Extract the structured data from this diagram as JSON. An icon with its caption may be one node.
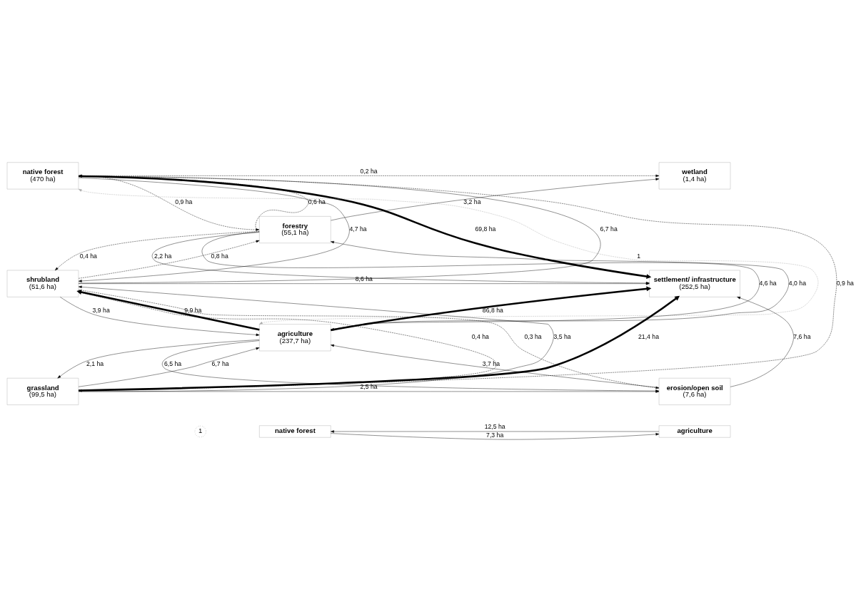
{
  "diagram": {
    "nodes": [
      {
        "text": [
          "native forest",
          "(470 ha)"
        ]
      },
      {
        "text": [
          "wetland",
          "(1,4 ha)"
        ]
      },
      {
        "text": [
          "forestry",
          "(55,1 ha)"
        ]
      },
      {
        "text": [
          "shrubland",
          "(51,6 ha)"
        ]
      },
      {
        "text": [
          "settlement/ infrastructure",
          "(252,5 ha)"
        ]
      },
      {
        "text": [
          "agriculture",
          "(237,7 ha)"
        ]
      },
      {
        "text": [
          "grassland",
          "(99,5 ha)"
        ]
      },
      {
        "text": [
          "erosion/open soil",
          "(7,6 ha)"
        ]
      },
      {
        "text": [
          "1"
        ]
      },
      {
        "text": [
          "native forest"
        ]
      },
      {
        "text": [
          "agriculture"
        ]
      }
    ],
    "edges": [
      {
        "from": 0,
        "to": 4,
        "arrow": "to",
        "label": "69,8 ha",
        "style": "thick"
      },
      {
        "from": 0,
        "to": 1,
        "arrow": "to",
        "label": "0,2 ha",
        "style": "dashed"
      },
      {
        "from": 0,
        "to": 2,
        "arrow": "to",
        "label": "0,9 ha",
        "style": "dashed"
      },
      {
        "from": 2,
        "to": 0,
        "arrow": "to",
        "label": "0,6 ha",
        "style": "dashed"
      },
      {
        "from": 0,
        "to": 3,
        "arrow": "to",
        "label": "4,7 ha"
      },
      {
        "from": 3,
        "to": 0,
        "arrow": "to",
        "label": "6,7 ha"
      },
      {
        "from": 6,
        "to": 0,
        "arrow": "to",
        "label": "0,9 ha",
        "style": "dashed"
      },
      {
        "from": 0,
        "to": 5,
        "arrow": "both",
        "label": "1",
        "style": "dashed",
        "color": "#aaaaaa"
      },
      {
        "from": 3,
        "to": 2,
        "arrow": "to",
        "label": "0,8 ha",
        "style": "dashed"
      },
      {
        "from": 2,
        "to": 3,
        "arrow": "to",
        "label": "0,4 ha",
        "style": "dashed"
      },
      {
        "from": 2,
        "to": 1,
        "arrow": "to",
        "label": "3,2 ha"
      },
      {
        "from": 2,
        "to": 4,
        "arrow": "to",
        "label": "2,2 ha"
      },
      {
        "from": 3,
        "to": 4,
        "arrow": "to",
        "label": "8,6 ha"
      },
      {
        "from": 2,
        "to": 5,
        "arrow": "to",
        "label": "4,6 ha"
      },
      {
        "from": 5,
        "to": 2,
        "arrow": "to",
        "label": "4,0 ha"
      },
      {
        "from": 3,
        "to": 7,
        "arrow": "to",
        "label": "0,3 ha",
        "style": "dashed"
      },
      {
        "from": 5,
        "to": 4,
        "arrow": "to",
        "label": "86,8 ha",
        "style": "thick"
      },
      {
        "from": 3,
        "to": 5,
        "arrow": "to",
        "label": "3,9 ha"
      },
      {
        "from": 5,
        "to": 3,
        "arrow": "to",
        "label": "9,9 ha",
        "style": "thick"
      },
      {
        "from": 3,
        "to": 6,
        "arrow": "to",
        "label": "0,4 ha",
        "style": "dashed"
      },
      {
        "from": 6,
        "to": 3,
        "arrow": "to",
        "label": "3,5 ha"
      },
      {
        "from": 6,
        "to": 5,
        "arrow": "to",
        "label": "6,7 ha"
      },
      {
        "from": 5,
        "to": 6,
        "arrow": "to",
        "label": "2,1 ha"
      },
      {
        "from": 5,
        "to": 7,
        "arrow": "to",
        "label": "6,5 ha"
      },
      {
        "from": 7,
        "to": 5,
        "arrow": "to",
        "label": "3,7 ha"
      },
      {
        "from": 6,
        "to": 7,
        "arrow": "to",
        "label": "2,5 ha"
      },
      {
        "from": 7,
        "to": 4,
        "arrow": "to",
        "label": "7,6 ha"
      },
      {
        "from": 6,
        "to": 4,
        "arrow": "to",
        "label": "21,4 ha",
        "style": "thick"
      },
      {
        "from": 9,
        "to": 10,
        "arrow": "to",
        "label": "7,3 ha"
      },
      {
        "from": 10,
        "to": 9,
        "arrow": "to",
        "label": "12,5 ha"
      }
    ]
  }
}
